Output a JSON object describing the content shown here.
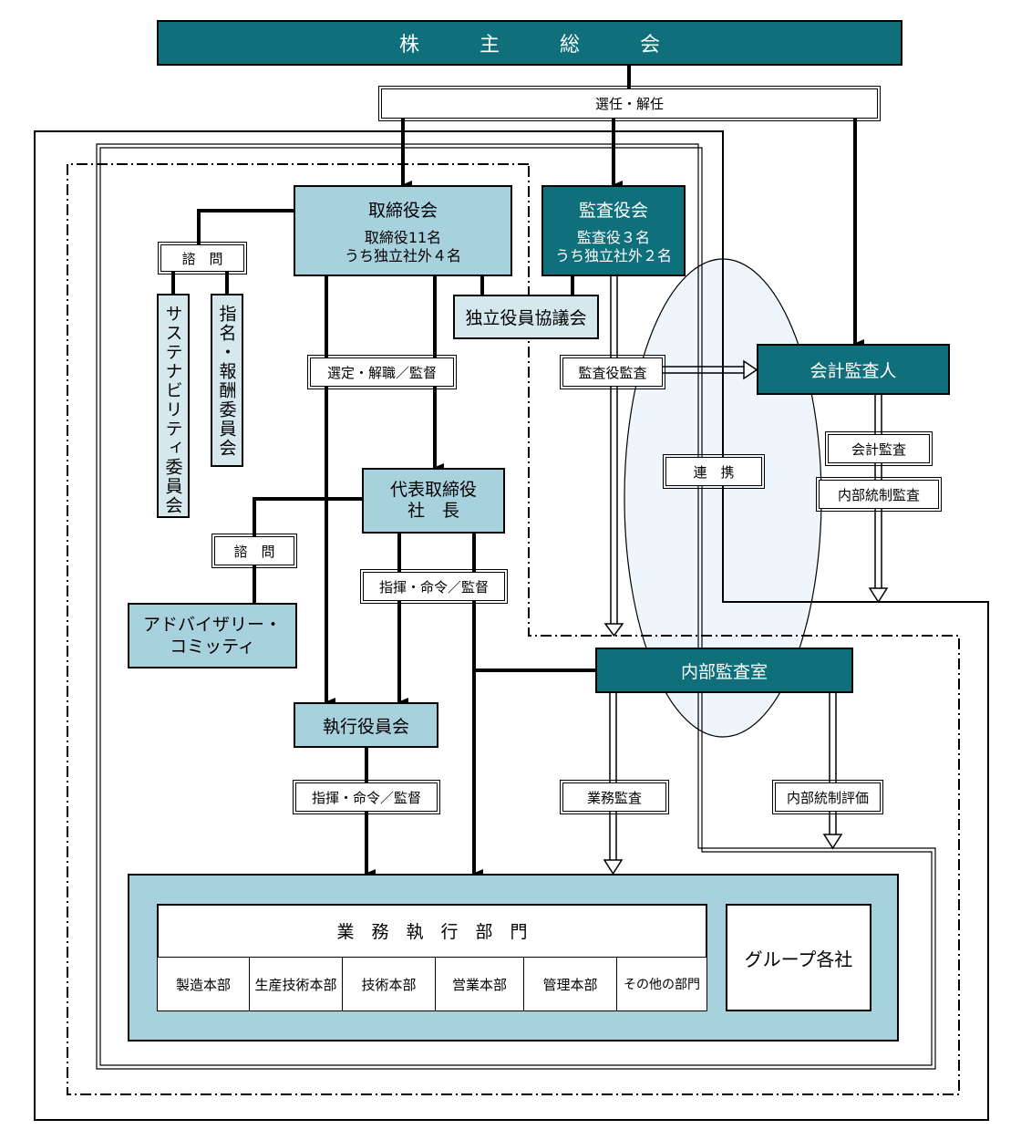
{
  "top": {
    "shareholders": "株　　　主　　　総　　　会"
  },
  "labels": {
    "appoint_dismiss": "選任・解任",
    "consult_1": "諮　問",
    "consult_2": "諮　問",
    "select_dismiss_supervise": "選定・解職／監督",
    "command_1": "指揮・命令／監督",
    "command_2": "指揮・命令／監督",
    "auditor_audit": "監査役監査",
    "cooperation": "連　携",
    "accounting_audit": "会計監査",
    "ic_audit": "内部統制監査",
    "business_audit": "業務監査",
    "ic_evaluation": "内部統制評価"
  },
  "board": {
    "title": "取締役会",
    "line1": "取締役11名",
    "line2": "うち独立社外４名"
  },
  "auditors": {
    "title": "監査役会",
    "line1": "監査役３名",
    "line2": "うち独立社外２名"
  },
  "independent_council": "独立役員協議会",
  "sustainability_committee": "サステナビリティ委員会",
  "nomination_committee": "指名・報酬委員会",
  "president": {
    "line1": "代表取締役",
    "line2": "社　長"
  },
  "advisory": {
    "line1": "アドバイザリー・",
    "line2": "コミッティ"
  },
  "accounting_auditor": "会計監査人",
  "internal_audit": "内部監査室",
  "executive_committee": "執行役員会",
  "business_division": {
    "title": "業　務　執　行　部　門",
    "units": [
      "製造本部",
      "生産技術本部",
      "技術本部",
      "営業本部",
      "管理本部",
      "その他の部門"
    ]
  },
  "group_companies": "グループ各社",
  "colors": {
    "dark": "#0f6f7a",
    "light": "#a8d1de",
    "very_light": "#d5e8ee",
    "ellipse": "#eef5fb"
  }
}
